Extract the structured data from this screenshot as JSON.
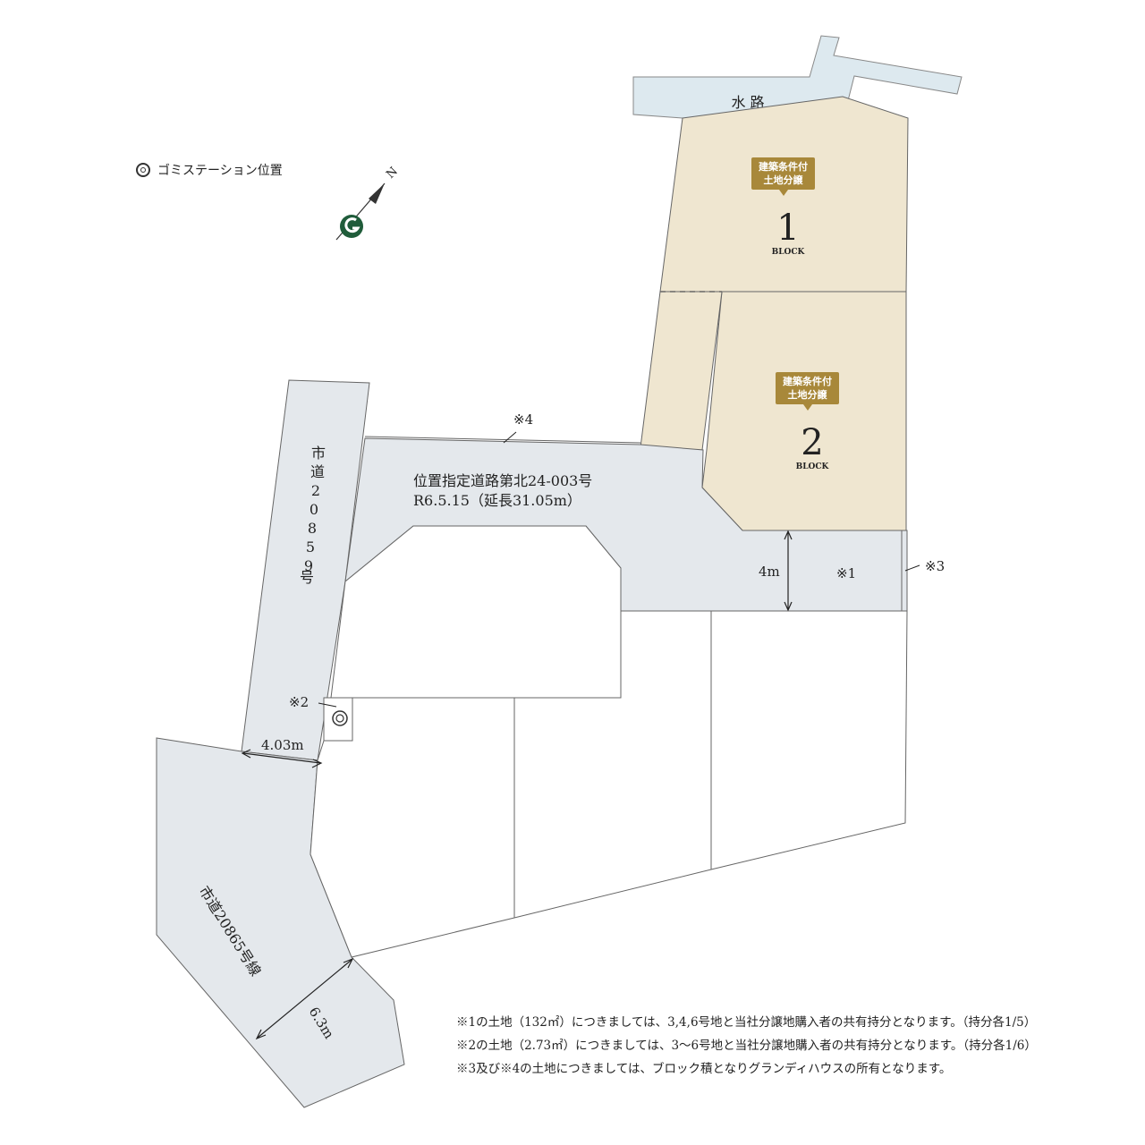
{
  "legend": {
    "label": "ゴミステーション位置"
  },
  "compass": {
    "north": "N"
  },
  "waterway": {
    "label": "水 路"
  },
  "blocks": [
    {
      "badge_line1": "建築条件付",
      "badge_line2": "土地分譲",
      "number": "1",
      "unit": "BLOCK",
      "fill": "#efe6d0"
    },
    {
      "badge_line1": "建築条件付",
      "badge_line2": "土地分譲",
      "number": "2",
      "unit": "BLOCK",
      "fill": "#efe6d0"
    }
  ],
  "roads": {
    "designated_line1": "位置指定道路第北24-003号",
    "designated_line2": "R6.5.15（延長31.05m）",
    "city_road_1": [
      "市",
      "道",
      "2",
      "0",
      "8",
      "5",
      "9",
      "号"
    ],
    "city_road_2": "市道20865号線",
    "road_fill": "#e4e8ec"
  },
  "dimensions": {
    "width_4m": "4m",
    "width_403": "4.03m",
    "width_63": "6.3m"
  },
  "marks": {
    "m1": "※1",
    "m2": "※2",
    "m3": "※3",
    "m4": "※4"
  },
  "notes": [
    "※1の土地（132㎡）につきましては、3,4,6号地と当社分譲地購入者の共有持分となります。（持分各1/5）",
    "※2の土地（2.73㎡）につきましては、3〜6号地と当社分譲地購入者の共有持分となります。（持分各1/6）",
    "※3及び※4の土地につきましては、ブロック積となりグランディハウスの所有となります。"
  ],
  "colors": {
    "brand_green": "#1f5c3a",
    "badge_gold": "#a8883a",
    "water": "#dde9ef"
  }
}
